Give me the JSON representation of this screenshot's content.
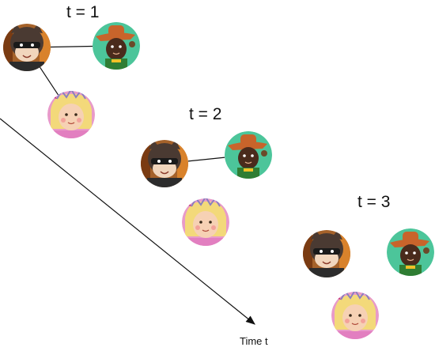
{
  "timesteps": [
    {
      "label": "t = 1",
      "nodes": [
        {
          "id": "bandit",
          "character": "bandit-cat-avatar"
        },
        {
          "id": "cowboy",
          "character": "cowboy-boy-avatar"
        },
        {
          "id": "girl",
          "character": "blonde-girl-avatar"
        }
      ],
      "edges": [
        [
          "bandit",
          "cowboy"
        ],
        [
          "bandit",
          "girl"
        ]
      ]
    },
    {
      "label": "t = 2",
      "nodes": [
        {
          "id": "bandit",
          "character": "bandit-cat-avatar"
        },
        {
          "id": "cowboy",
          "character": "cowboy-boy-avatar"
        },
        {
          "id": "girl",
          "character": "blonde-girl-avatar"
        }
      ],
      "edges": [
        [
          "bandit",
          "cowboy"
        ]
      ]
    },
    {
      "label": "t = 3",
      "nodes": [
        {
          "id": "bandit",
          "character": "bandit-cat-avatar"
        },
        {
          "id": "cowboy",
          "character": "cowboy-boy-avatar"
        },
        {
          "id": "girl",
          "character": "blonde-girl-avatar"
        }
      ],
      "edges": []
    }
  ],
  "time_axis": {
    "label": "Time t"
  },
  "colors": {
    "bandit_bg": "#a5622a",
    "cowboy_bg": "#4cc59a",
    "girl_bg": "#e89ac9",
    "line": "#111111"
  }
}
